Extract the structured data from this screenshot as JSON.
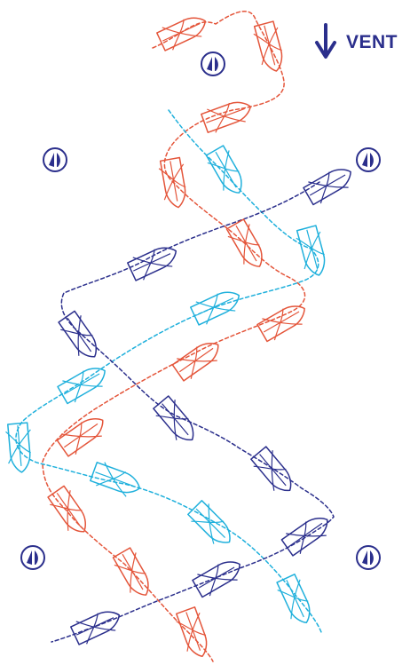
{
  "wind": {
    "label": "VENT",
    "direction": "down"
  },
  "colors": {
    "navy": "#2b2f8c",
    "orange": "#e4553a",
    "cyan": "#1fb0dc",
    "mark": "#2b2f8c"
  },
  "marks": [
    {
      "name": "buoy-top-center"
    },
    {
      "name": "buoy-left"
    },
    {
      "name": "buoy-right"
    },
    {
      "name": "buoy-bottom-left"
    },
    {
      "name": "buoy-bottom-right"
    }
  ],
  "tracks": [
    {
      "name": "orange-track",
      "color": "orange"
    },
    {
      "name": "cyan-track",
      "color": "cyan"
    },
    {
      "name": "navy-track",
      "color": "navy"
    }
  ]
}
